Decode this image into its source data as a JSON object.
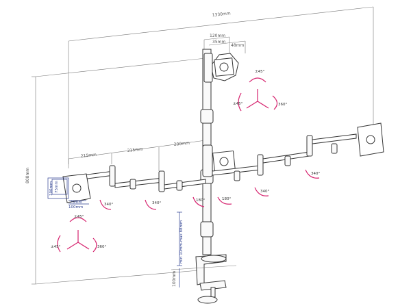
{
  "diagram": {
    "dimensions": {
      "total_width": "1330mm",
      "total_height": "808mm",
      "top_120": "120mm",
      "top_35": "35mm",
      "top_48": "48mm",
      "arm_215_a": "215mm",
      "arm_215_b": "215mm",
      "arm_200": "200mm",
      "vesa_75_v": "75mm",
      "vesa_100_v": "100mm",
      "vesa_75_h": "75mm",
      "vesa_100_h": "100mm",
      "pole_range": "min 10mm-max 88mm",
      "clamp_100": "100mm"
    },
    "rotations": {
      "top_tilt_up": "±45°",
      "top_tilt_left": "±45°",
      "top_swivel": "360°",
      "left_tilt_up": "±45°",
      "left_tilt_left": "±45°",
      "left_swivel": "360°",
      "arm1": "340°",
      "arm2": "340°",
      "center_left": "180°",
      "center_right": "180°",
      "arm3": "340°",
      "arm4": "340°"
    },
    "colors": {
      "accent": "#d6226e",
      "dimension_blue": "#2a3d8f",
      "line": "#333333"
    }
  }
}
